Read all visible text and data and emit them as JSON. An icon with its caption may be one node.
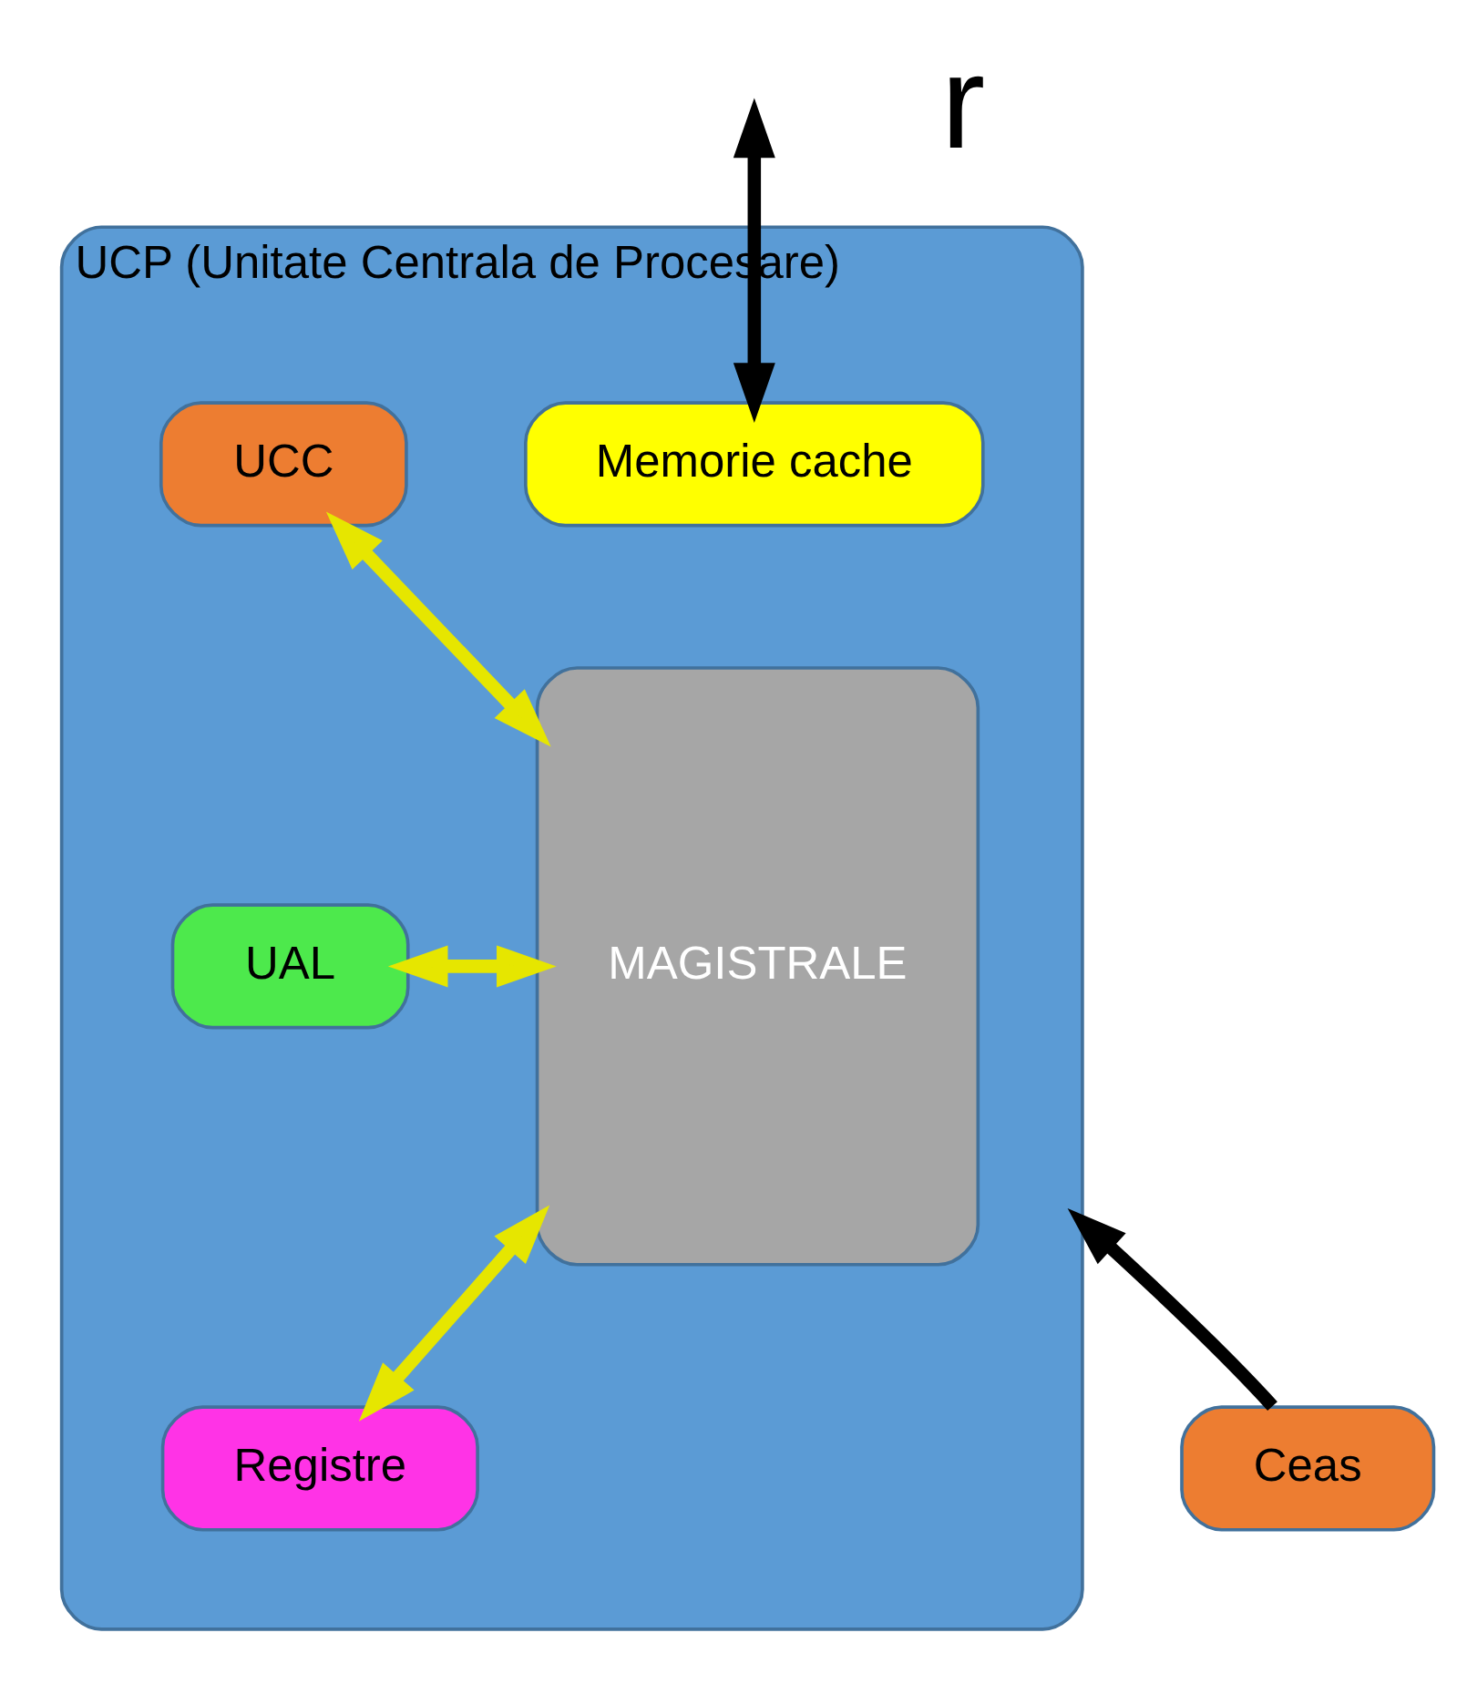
{
  "diagram": {
    "nodes": [
      {
        "text": [
          "UCP (Unitate Centrala de Procesare)"
        ]
      },
      {
        "text": [
          "Memorie cache"
        ],
        "in": 0
      },
      {
        "text": [
          "UCC"
        ],
        "in": 0
      },
      {
        "text": [
          "UAL"
        ],
        "in": 0
      },
      {
        "text": [
          "Registre"
        ],
        "in": 0
      },
      {
        "text": [
          "MAGISTRALE"
        ],
        "in": 0
      },
      {
        "text": [
          "Ceas"
        ]
      }
    ],
    "edges": [
      {
        "from": null,
        "to": 1,
        "arrow": "both",
        "color": "#000000"
      },
      {
        "from": 2,
        "to": 5,
        "arrow": "both"
      },
      {
        "from": 3,
        "to": 5,
        "arrow": "both"
      },
      {
        "from": 4,
        "to": 5,
        "arrow": "both"
      },
      {
        "from": 6,
        "to": 0,
        "arrow": "to",
        "color": "#000000"
      }
    ],
    "labels": [
      "r"
    ]
  }
}
